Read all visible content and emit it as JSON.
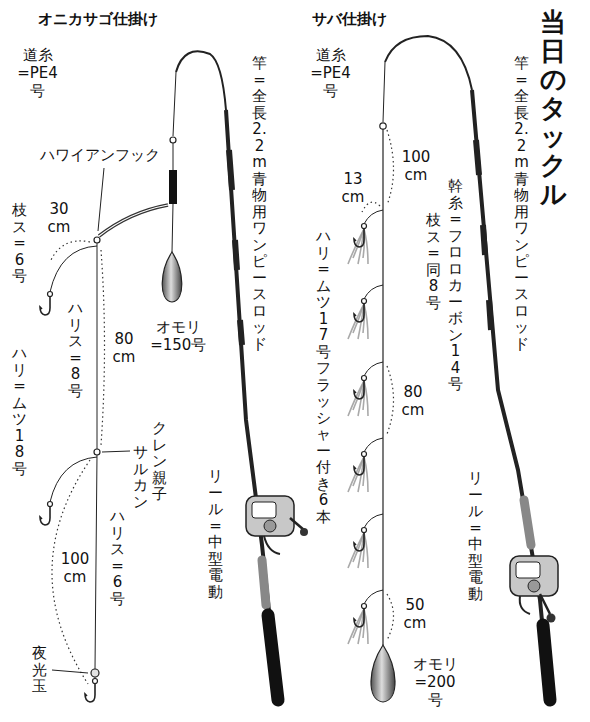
{
  "diagram": {
    "title": "当日のタックル",
    "labels": [
      "オニカサゴ仕掛け",
      "道糸=PE4号",
      "ハワイアンフック",
      "30 cm",
      "枝ス=6号",
      "ハリス=8号",
      "80 cm",
      "ハリ=ムツ18号",
      "クレン親子",
      "サルカン",
      "ハリス=6号",
      "100 cm",
      "夜光玉",
      "竿=全長2.2m 青物用ワンピースロッド",
      "オモリ=150号",
      "リール=中型電動",
      "サバ仕掛け",
      "道糸=PE4号",
      "100 cm",
      "13 cm",
      "ハリ=ムツ17号 フラッシャー付き 6本",
      "幹糸=フロロカーボン14号",
      "枝ス=同8号",
      "80 cm",
      "50 cm",
      "オモリ=200号",
      "竿=全長2.2m 青物用ワンピースロッド",
      "リール=中型電動"
    ]
  }
}
